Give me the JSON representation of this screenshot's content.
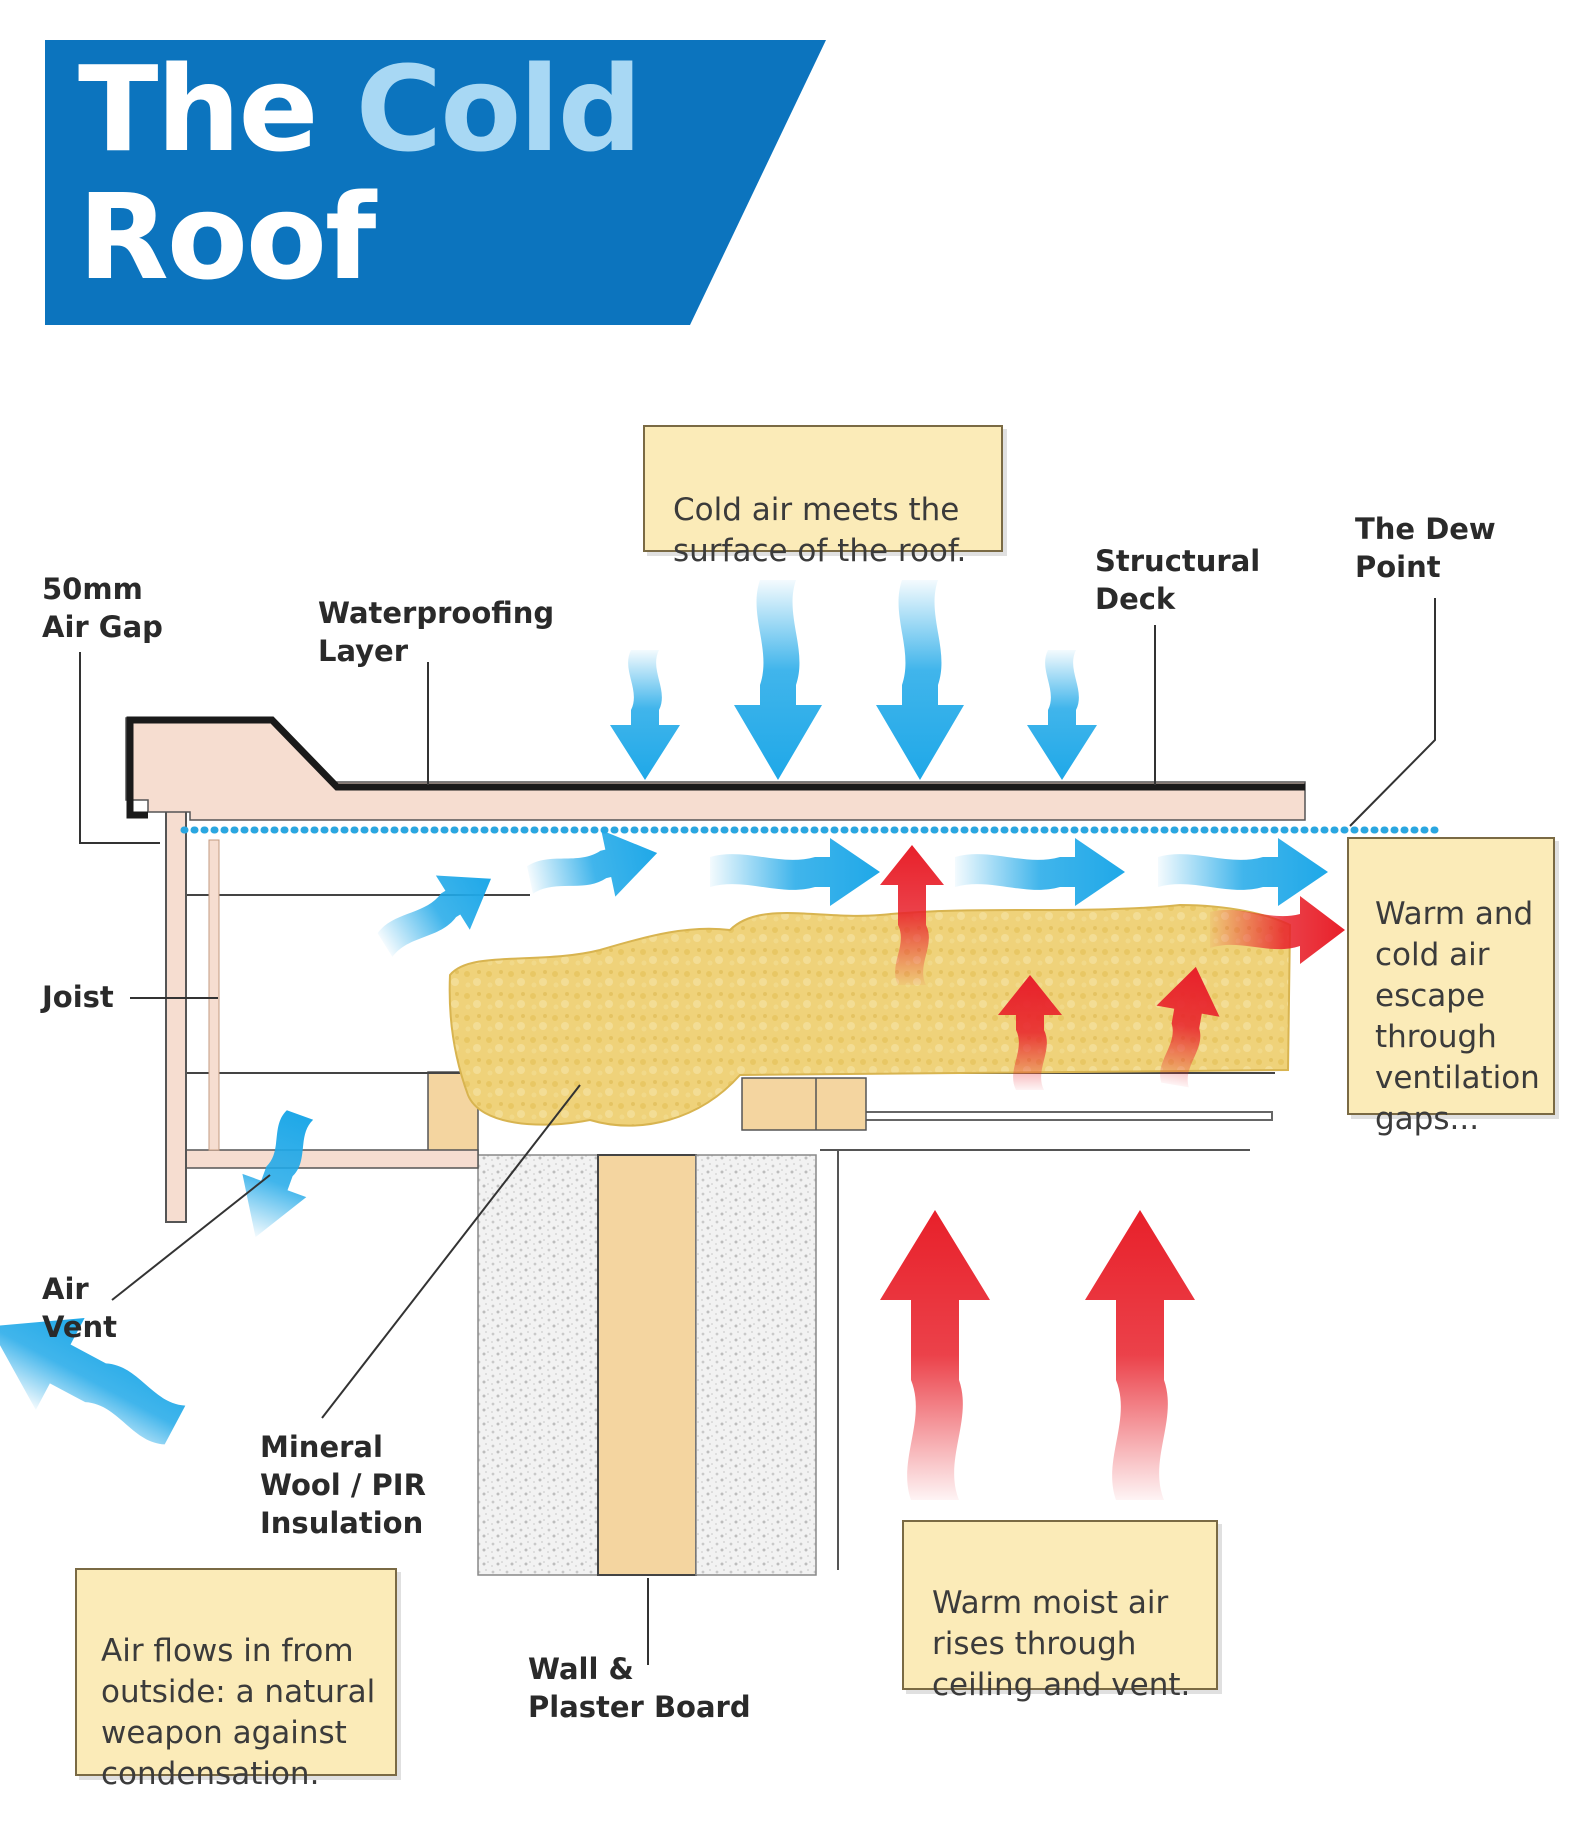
{
  "header": {
    "title_part1": "The",
    "title_accent": "Cold",
    "title_part2": "Roof"
  },
  "colors": {
    "banner_blue": "#0c74be",
    "accent_light_blue": "#a8d8f4",
    "cold_air_blue": "#1fa8e8",
    "warm_air_red": "#e8202a",
    "callout_fill": "#fbebb8",
    "insulation_yellow": "#efd27a",
    "timber": "#f4d5a0",
    "deck_pink": "#f6ddd0"
  },
  "labels": {
    "air_gap": "50mm\nAir Gap",
    "waterproofing": "Waterproofing\nLayer",
    "structural_deck": "Structural\nDeck",
    "dew_point": "The Dew\nPoint",
    "joist": "Joist",
    "air_vent": "Air\nVent",
    "insulation": "Mineral\nWool / PIR\nInsulation",
    "wall": "Wall &\nPlaster Board"
  },
  "callouts": {
    "cold_air": "Cold air meets the\nsurface of the roof.",
    "escape": "Warm and\ncold air\nescape\nthrough\nventilation\ngaps...",
    "air_flows": "Air flows in from\noutside: a natural\nweapon against\ncondensation.",
    "warm_moist": "Warm moist air\nrises through\nceiling and vent."
  },
  "icons": {
    "cold_arrow": "down-arrow-icon",
    "airflow_arrow": "right-arrow-icon",
    "warm_arrow": "up-arrow-icon"
  }
}
